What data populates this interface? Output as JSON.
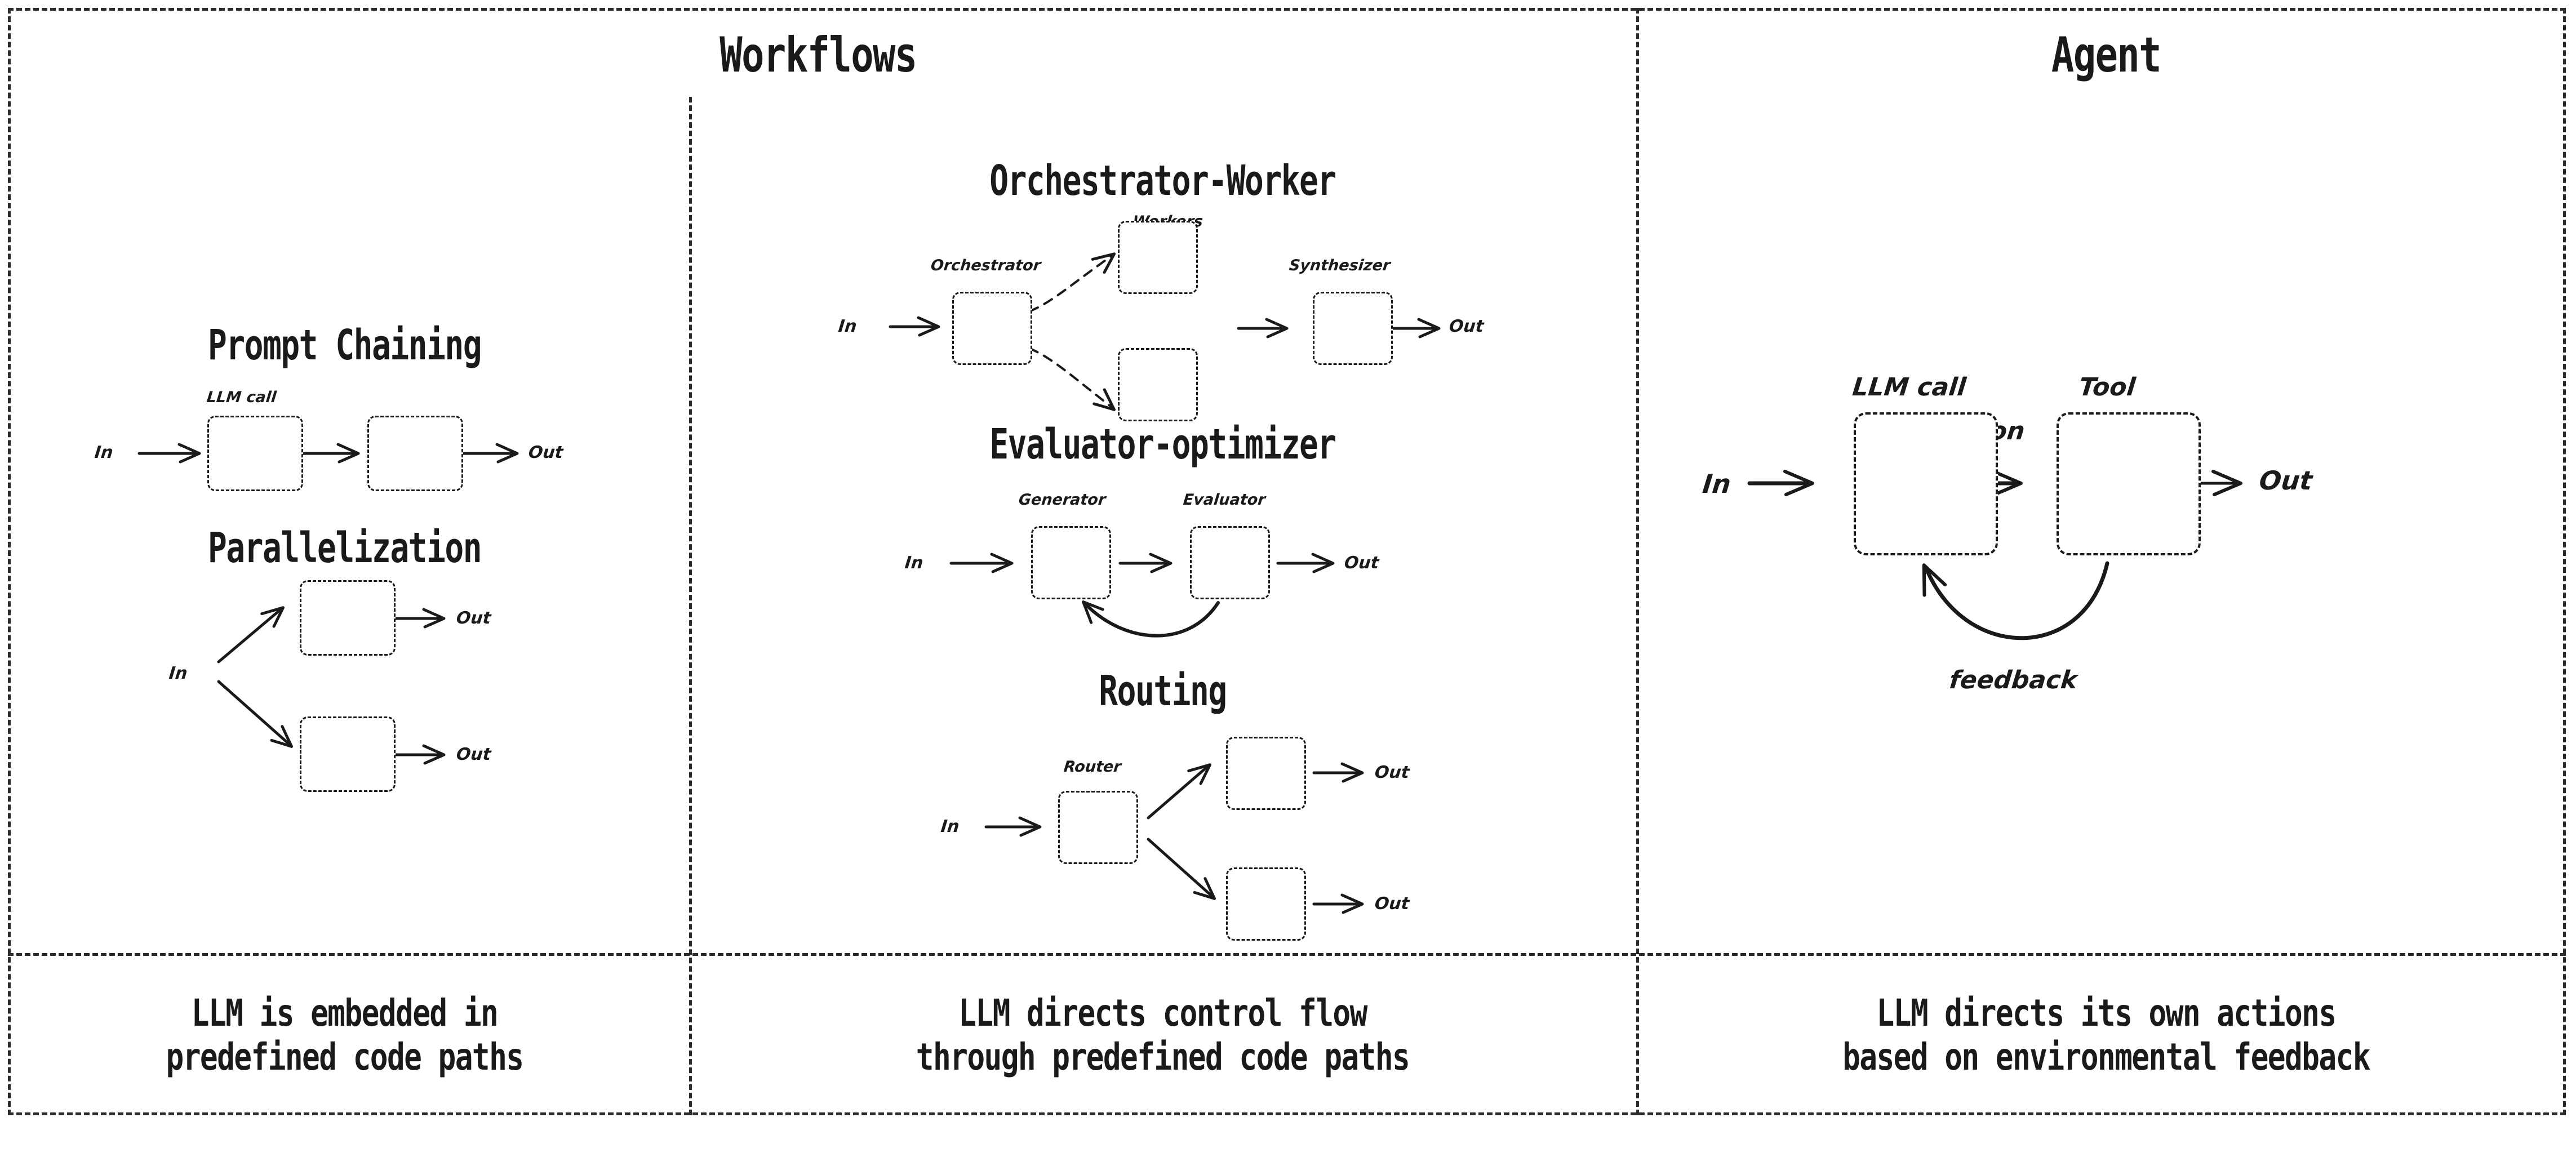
{
  "columns": {
    "workflows_title": "Workflows",
    "agent_title": "Agent"
  },
  "sections": {
    "prompt_chaining": {
      "title": "Prompt Chaining",
      "in": "In",
      "out": "Out",
      "llm_call_label": "LLM call",
      "node_icon": "brain-icon",
      "node_count": 2
    },
    "parallelization": {
      "title": "Parallelization",
      "in": "In",
      "out_top": "Out",
      "out_bottom": "Out",
      "node_icon": "brain-icon",
      "node_count": 2
    },
    "orchestrator_worker": {
      "title": "Orchestrator-Worker",
      "in": "In",
      "out": "Out",
      "orchestrator_label": "Orchestrator",
      "workers_label": "Workers",
      "synthesizer_label": "Synthesizer",
      "node_icon": "brain-icon",
      "worker_count": 2
    },
    "evaluator_optimizer": {
      "title": "Evaluator-optimizer",
      "in": "In",
      "out": "Out",
      "generator_label": "Generator",
      "evaluator_label": "Evaluator",
      "node_icon": "brain-icon"
    },
    "routing": {
      "title": "Routing",
      "in": "In",
      "out_top": "Out",
      "out_bottom": "Out",
      "router_label": "Router",
      "node_icon": "brain-icon"
    },
    "agent": {
      "in": "In",
      "out": "Out",
      "llm_call_label": "LLM call",
      "tool_label": "Tool",
      "action_label": "action",
      "feedback_label": "feedback",
      "llm_icon": "brain-icon",
      "tool_icon": "hammer-and-wrench-icon"
    }
  },
  "captions": {
    "workflows_left": "LLM is embedded in\npredefined code paths",
    "workflows_right": "LLM directs control flow\nthrough predefined code paths",
    "agent": "LLM directs its own actions\nbased on environmental feedback"
  },
  "colors": {
    "ink": "#1a1a1a",
    "background": "#ffffff",
    "tool_metal": "#8bb4c4",
    "tool_metal_dark": "#6f9fb2",
    "tool_handle": "#a05a2c"
  }
}
